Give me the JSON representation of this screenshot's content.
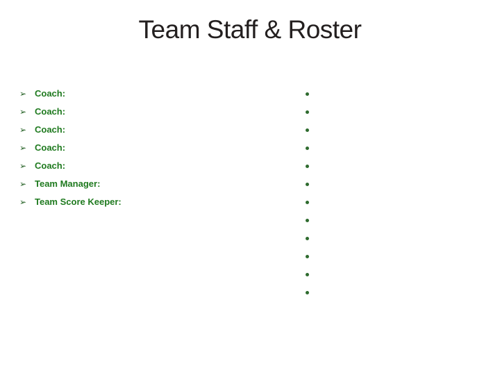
{
  "slide": {
    "title": "Team Staff & Roster",
    "staff_list": {
      "bullet_glyph": "➢",
      "items": [
        {
          "label": "Coach:"
        },
        {
          "label": "Coach:"
        },
        {
          "label": "Coach:"
        },
        {
          "label": "Coach:"
        },
        {
          "label": "Coach:"
        },
        {
          "label": "Team Manager:"
        },
        {
          "label": "Team Score Keeper:"
        }
      ]
    },
    "roster_list": {
      "bullet_glyph": "•",
      "items": [
        "",
        "",
        "",
        "",
        "",
        "",
        "",
        "",
        "",
        "",
        "",
        ""
      ]
    },
    "colors": {
      "background": "#ffffff",
      "title": "#231f1f",
      "staff_text": "#1f7a1f",
      "arrow_bullet": "#1e5c1e",
      "dot_bullet": "#2e6b2e"
    }
  }
}
